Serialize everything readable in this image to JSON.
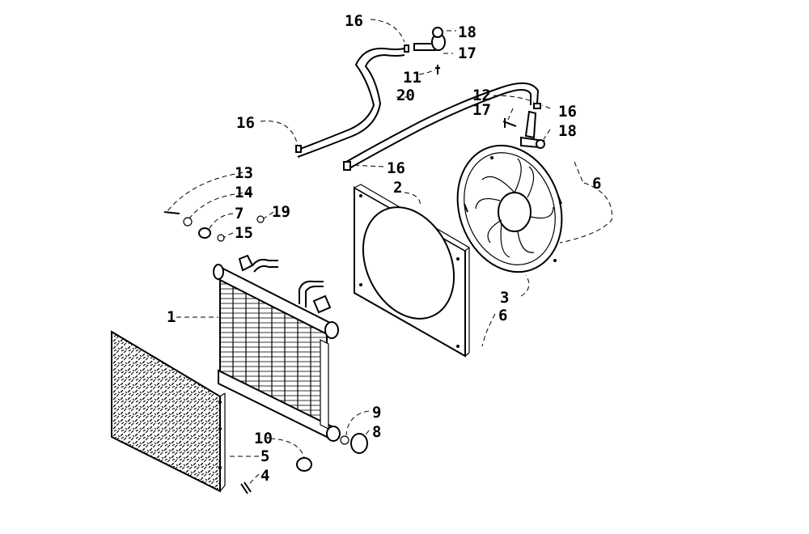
{
  "callouts": {
    "c1": "1",
    "c2": "2",
    "c3": "3",
    "c4": "4",
    "c5": "5",
    "c6a": "6",
    "c6b": "6",
    "c7": "7",
    "c8": "8",
    "c9": "9",
    "c10": "10",
    "c11": "11",
    "c12": "12",
    "c13": "13",
    "c14": "14",
    "c15": "15",
    "c16a": "16",
    "c16b": "16",
    "c16c": "16",
    "c16d": "16",
    "c17a": "17",
    "c17b": "17",
    "c18a": "18",
    "c18b": "18",
    "c19": "19",
    "c20": "20"
  }
}
